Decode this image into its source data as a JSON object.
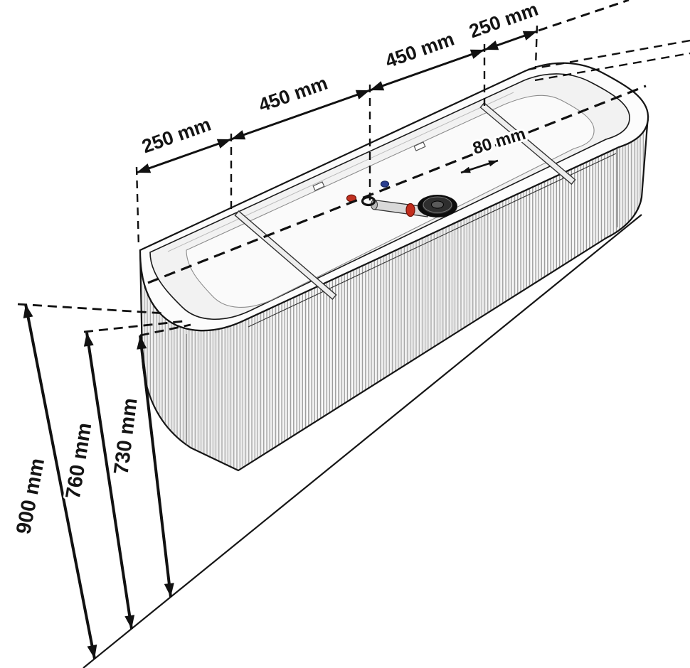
{
  "diagram": {
    "length_dimensions": [
      {
        "label": "250 mm"
      },
      {
        "label": "450 mm"
      },
      {
        "label": "450 mm"
      },
      {
        "label": "250 mm"
      }
    ],
    "detail_dimension": {
      "label": "80 mm"
    },
    "height_dimensions": [
      {
        "label": "900 mm"
      },
      {
        "label": "760 mm"
      },
      {
        "label": "730 mm"
      }
    ],
    "colors": {
      "line": "#151515",
      "red_fitting": "#c03020",
      "blue_fitting": "#2a3f8f",
      "drain": "#0d0d0d"
    }
  }
}
